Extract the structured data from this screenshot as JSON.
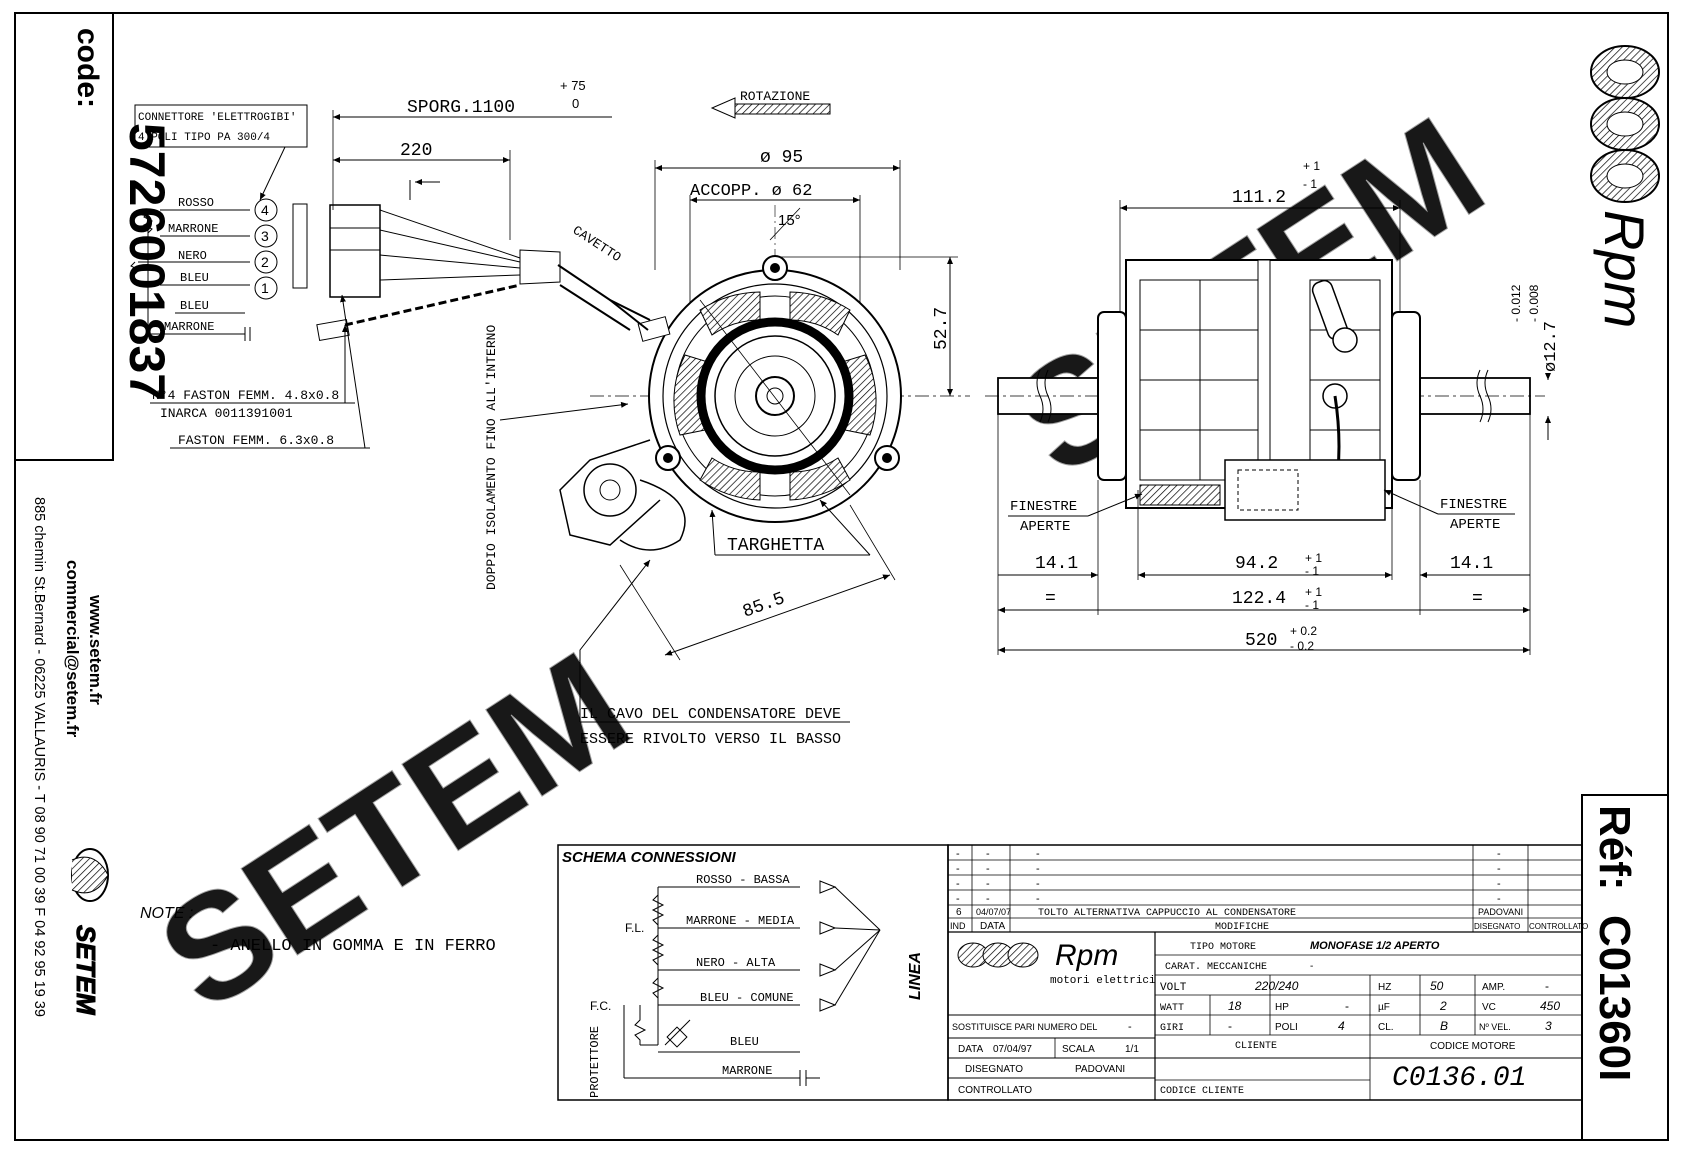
{
  "sidebar_left": {
    "code_label": "code:",
    "code_value": "5726001837",
    "website": "www.setem.fr",
    "email": "commercial@setem.fr",
    "address": "885 chemin St.Bernard  -  06225 VALLAURIS  -  T 08 90 71 00 39   F 04 92 95 19 39",
    "logo_text": "SETEM"
  },
  "sidebar_right": {
    "brand": "Rpm",
    "ref_label": "Réf:",
    "ref_value": "C01360I"
  },
  "watermark": "SETEM",
  "connector": {
    "title_line1": "CONNETTORE 'ELETTROGIBI'",
    "title_line2": "4 POLI TIPO PA 300/4",
    "wires": [
      "ROSSO",
      "MARRONE",
      "NERO",
      "BLEU",
      "BLEU",
      "MARRONE"
    ],
    "pins": [
      "4",
      "3",
      "2",
      "1"
    ],
    "faston1": "N°4 FASTON FEMM. 4.8x0.8",
    "faston1b": "INARCA 0011391001",
    "faston2": "FASTON FEMM. 6.3x0.8"
  },
  "front_view": {
    "sporg": "SPORG.1100",
    "sporg_tol_plus": "+ 75",
    "sporg_tol_zero": "0",
    "dim_220": "220",
    "rotazione": "ROTAZIONE",
    "cavetto": "CAVETTO",
    "dia95": "ø 95",
    "accopp": "ACCOPP. ø 62",
    "angle": "15°",
    "dim_527": "52.7",
    "doppio": "DOPPIO ISOLAMENTO FINO ALL'INTERNO",
    "targhetta": "TARGHETTA",
    "dim_855": "85.5",
    "note_cavo1": "IL CAVO DEL CONDENSATORE DEVE",
    "note_cavo2": "ESSERE RIVOLTO VERSO IL BASSO"
  },
  "side_view": {
    "dim_1112": "111.2",
    "tol_1112_plus": "+ 1",
    "tol_1112_minus": "- 1",
    "shaft_tol1": "- 0.012",
    "shaft_tol2": "- 0.008",
    "shaft_dia": "ø12.7",
    "finestre_l1": "FINESTRE",
    "finestre_l2": "APERTE",
    "finestre_r1": "FINESTRE",
    "finestre_r2": "APERTE",
    "dim_141_left": "14.1",
    "dim_942": "94.2",
    "dim_141_right": "14.1",
    "eq_left": "=",
    "dim_1224": "122.4",
    "eq_right": "=",
    "dim_520": "520",
    "tol_520_plus": "+ 0.2",
    "tol_520_minus": "- 0.2",
    "tol_pm1": "+ 1",
    "tol_mm1": "- 1"
  },
  "note": {
    "label": "NOTE :",
    "text": "- ANELLO IN GOMMA E IN FERRO"
  },
  "schema": {
    "title": "SCHEMA CONNESSIONI",
    "rows": [
      "ROSSO - BASSA",
      "MARRONE - MEDIA",
      "NERO - ALTA",
      "BLEU - COMUNE",
      "BLEU",
      "MARRONE"
    ],
    "fl": "F.L.",
    "fc": "F.C.",
    "protettore": "PROTETTORE",
    "linea": "LINEA"
  },
  "title_block": {
    "mod_rows": [
      [
        "-",
        "-",
        "-",
        "-",
        ""
      ],
      [
        "-",
        "-",
        "-",
        "-",
        ""
      ],
      [
        "-",
        "-",
        "-",
        "-",
        ""
      ],
      [
        "-",
        "-",
        "-",
        "-",
        ""
      ],
      [
        "6",
        "04/07/07",
        "TOLTO ALTERNATIVA CAPPUCCIO AL CONDENSATORE",
        "PADOVANI",
        ""
      ]
    ],
    "mod_header": [
      "IND",
      "DATA",
      "MODIFICHE",
      "DISEGNATO",
      "CONTROLLATO"
    ],
    "company": "Rpm",
    "company_sub": "motori elettrici",
    "tipo_motore_label": "TIPO MOTORE",
    "tipo_motore_value": "MONOFASE 1/2 APERTO",
    "carat_label": "CARAT. MECCANICHE",
    "carat_value": "-",
    "volt_label": "VOLT",
    "volt_value": "220/240",
    "hz_label": "HZ",
    "hz_value": "50",
    "amp_label": "AMP.",
    "amp_value": "-",
    "watt_label": "WATT",
    "watt_value": "18",
    "hp_label": "HP",
    "hp_value": "-",
    "uf_label": "µF",
    "uf_value": "2",
    "vc_label": "VC",
    "vc_value": "450",
    "giri_label": "GIRI",
    "giri_value": "-",
    "poli_label": "POLI",
    "poli_value": "4",
    "cl_label": "CL.",
    "cl_value": "B",
    "nvel_label": "Nº VEL.",
    "nvel_value": "3",
    "sostituisce_label": "SOSTITUISCE PARI NUMERO DEL",
    "sostituisce_value": "-",
    "data_label": "DATA",
    "data_value": "07/04/97",
    "scala_label": "SCALA",
    "scala_value": "1/1",
    "disegnato_label": "DISEGNATO",
    "disegnato_value": "PADOVANI",
    "controllato_label": "CONTROLLATO",
    "cliente_label": "CLIENTE",
    "codice_cliente_label": "CODICE CLIENTE",
    "codice_motore_label": "CODICE MOTORE",
    "codice_motore_value": "C0136.01"
  }
}
